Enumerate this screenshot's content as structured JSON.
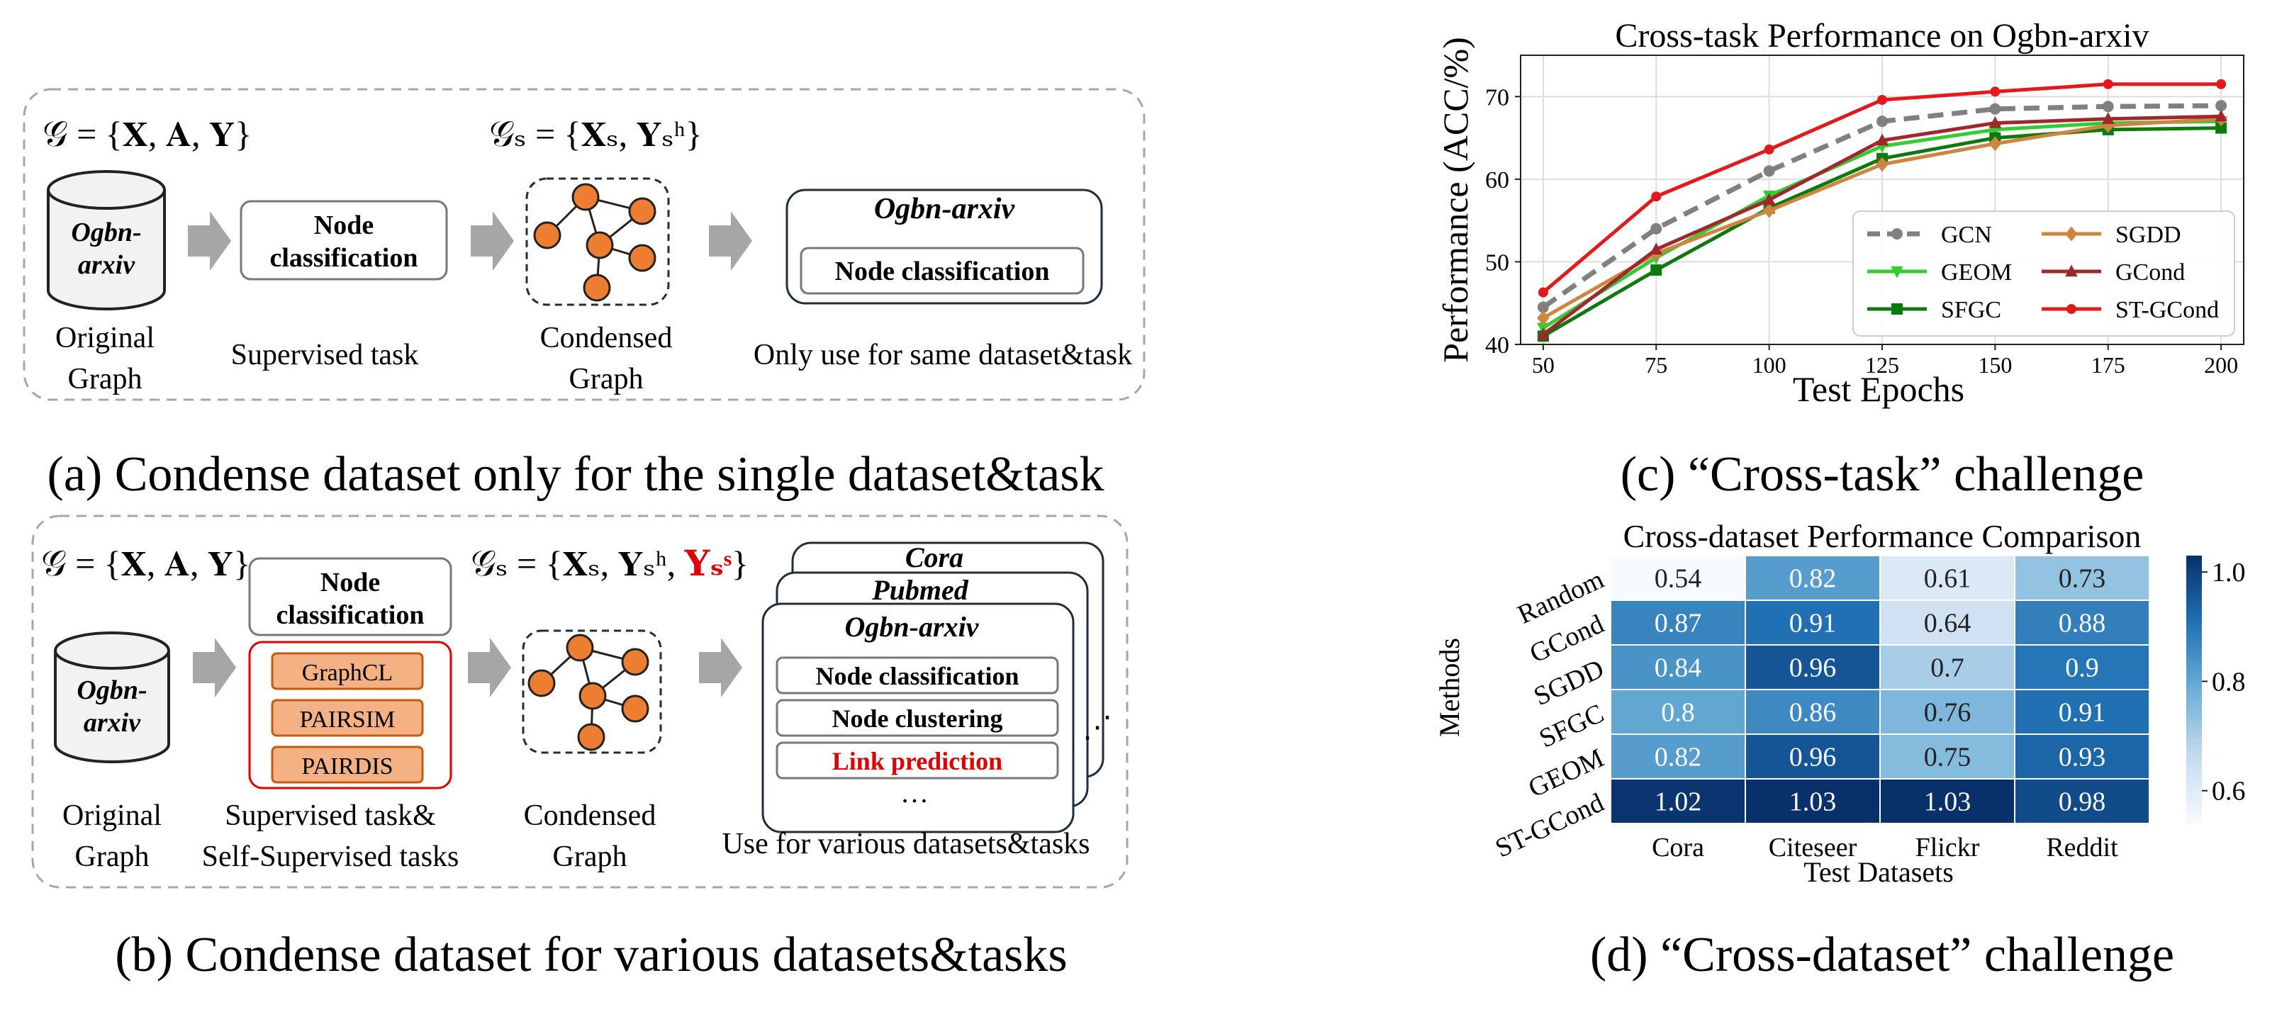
{
  "panel_a": {
    "graph_eq": "𝒢 = {𝐗, 𝐀, 𝐘}",
    "condensed_eq": "𝒢ₛ = {𝐗ₛ, 𝐘ₛʰ}",
    "cylinder_l1": "Ogbn-",
    "cylinder_l2": "arxiv",
    "task_l1": "Node",
    "task_l2": "classification",
    "target_title": "Ogbn-arxiv",
    "target_task": "Node classification",
    "label_orig_l1": "Original",
    "label_orig_l2": "Graph",
    "label_task": "Supervised task",
    "label_cond_l1": "Condensed",
    "label_cond_l2": "Graph",
    "label_use": "Only use for same dataset&task",
    "caption": "(a) Condense dataset only for the single dataset&task"
  },
  "panel_b": {
    "graph_eq": "𝒢 = {𝐗, 𝐀, 𝐘}",
    "condensed_eq": "𝒢ₛ = {𝐗ₛ, 𝐘ₛʰ, ",
    "condensed_eq_red": "𝐘ₛˢ",
    "condensed_eq_end": "}",
    "cylinder_l1": "Ogbn-",
    "cylinder_l2": "arxiv",
    "task_l1": "Node",
    "task_l2": "classification",
    "ssl_tasks": [
      "GraphCL",
      "PAIRSIM",
      "PAIRDIS"
    ],
    "stack_titles": [
      "Cora",
      "Pubmed",
      "Ogbn-arxiv"
    ],
    "front_tasks": [
      "Node classification",
      "Node clustering",
      "Link prediction"
    ],
    "ellipsis": "…",
    "side_ellipsis": "⋰",
    "label_orig_l1": "Original",
    "label_orig_l2": "Graph",
    "label_task_l1": "Supervised task&",
    "label_task_l2": "Self-Supervised tasks",
    "label_cond_l1": "Condensed",
    "label_cond_l2": "Graph",
    "label_use": "Use for various datasets&tasks",
    "caption": "(b) Condense dataset for various datasets&tasks"
  },
  "panel_c": {
    "caption": "(c) “Cross-task” challenge",
    "chart_data": {
      "type": "line",
      "title": "Cross-task Performance on Ogbn-arxiv",
      "xlabel": "Test Epochs",
      "ylabel": "Performance (ACC/%)",
      "x": [
        50,
        75,
        100,
        125,
        150,
        175,
        200
      ],
      "xlim": [
        45,
        205
      ],
      "ylim": [
        40,
        75
      ],
      "yticks": [
        40,
        50,
        60,
        70
      ],
      "grid": true,
      "legend_position": "lower right",
      "series": [
        {
          "name": "GCN",
          "values": [
            44.5,
            54.0,
            61.0,
            67.0,
            68.5,
            68.8,
            68.9
          ],
          "color": "#808080",
          "dashed": true,
          "marker": "circle"
        },
        {
          "name": "GEOM",
          "values": [
            42.0,
            50.5,
            58.0,
            64.0,
            66.0,
            66.8,
            67.0
          ],
          "color": "#33cc33",
          "dashed": false,
          "marker": "triangle-down"
        },
        {
          "name": "SFGC",
          "values": [
            41.0,
            49.0,
            56.5,
            62.5,
            65.0,
            66.0,
            66.2
          ],
          "color": "#0e7a0e",
          "dashed": false,
          "marker": "square"
        },
        {
          "name": "SGDD",
          "values": [
            43.2,
            51.0,
            56.2,
            61.8,
            64.3,
            66.5,
            67.3
          ],
          "color": "#cd853f",
          "dashed": false,
          "marker": "diamond"
        },
        {
          "name": "GCond",
          "values": [
            41.2,
            51.5,
            57.5,
            64.7,
            66.8,
            67.3,
            67.6
          ],
          "color": "#a0282d",
          "dashed": false,
          "marker": "triangle-up"
        },
        {
          "name": "ST-GCond",
          "values": [
            46.3,
            57.9,
            63.6,
            69.6,
            70.6,
            71.5,
            71.5
          ],
          "color": "#e31a1c",
          "dashed": false,
          "marker": "dot"
        }
      ]
    }
  },
  "panel_d": {
    "caption": "(d) “Cross-dataset” challenge",
    "chart_data": {
      "type": "heatmap",
      "title": "Cross-dataset Performance Comparison",
      "xlabel": "Test Datasets",
      "ylabel": "Methods",
      "columns": [
        "Cora",
        "Citeseer",
        "Flickr",
        "Reddit"
      ],
      "rows": [
        "Random",
        "GCond",
        "SGDD",
        "SFGC",
        "GEOM",
        "ST-GCond"
      ],
      "values": [
        [
          0.54,
          0.82,
          0.61,
          0.73
        ],
        [
          0.87,
          0.91,
          0.64,
          0.88
        ],
        [
          0.84,
          0.96,
          0.7,
          0.9
        ],
        [
          0.8,
          0.86,
          0.76,
          0.91
        ],
        [
          0.82,
          0.96,
          0.75,
          0.93
        ],
        [
          1.02,
          1.03,
          1.03,
          0.98
        ]
      ],
      "colorbar_range": [
        0.54,
        1.03
      ],
      "colorbar_ticks": [
        "1.0",
        "0.8",
        "0.6"
      ],
      "colorbar_tick_values": [
        1.0,
        0.8,
        0.6
      ],
      "colormap": "Blues"
    }
  },
  "colors": {
    "arrow": "#a6a6a6",
    "node_fill": "#ed7d31",
    "ssl_fill": "#f4b183",
    "ssl_border": "#c55a11",
    "highlight_red": "#e00000",
    "dashed_border": "#a6a6a6"
  }
}
